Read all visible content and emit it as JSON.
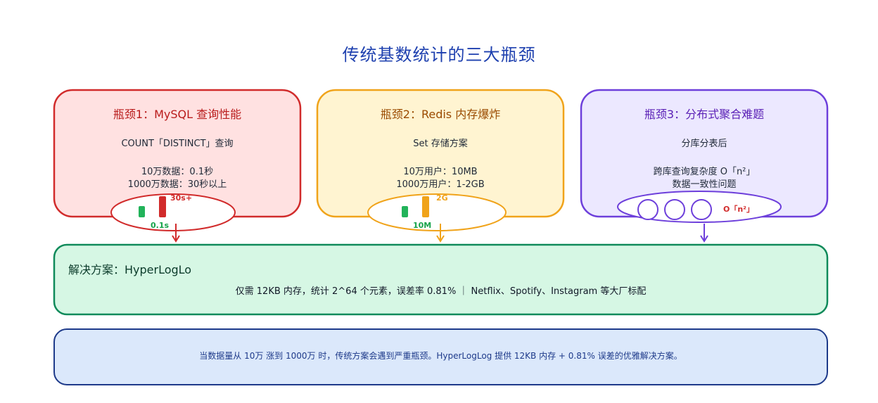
{
  "title": "传统基数统计的三大瓶颈",
  "colors": {
    "red": "#d12b2b",
    "red_fill": "#ffe1e1",
    "orange": "#f0a31a",
    "orange_fill": "#fff4d1",
    "purple": "#6d3fdb",
    "purple_fill": "#ece8ff",
    "green": "#0f8a5a",
    "green_fill": "#d6f7e4",
    "blue": "#1e3a8a",
    "blue_fill": "#dbe8fb"
  },
  "bottlenecks": [
    {
      "title": "瓶颈1：MySQL 查询性能",
      "subtitle": "COUNT「DISTINCT」查询",
      "line1": "10万数据：0.1秒",
      "line2": "1000万数据：30秒以上",
      "bar_low_label": "0.1s",
      "bar_high_label": "30s+"
    },
    {
      "title": "瓶颈2：Redis 内存爆炸",
      "subtitle": "Set 存储方案",
      "line1": "10万用户：10MB",
      "line2": "1000万用户：1-2GB",
      "bar_low_label": "10M",
      "bar_high_label": "2G"
    },
    {
      "title": "瓶颈3：分布式聚合难题",
      "subtitle": "分库分表后",
      "line1": "跨库查询复杂度 O「n²」",
      "line2": "数据一致性问题",
      "complexity_label": "O「n²」"
    }
  ],
  "solution": {
    "title": "解决方案：HyperLogLo",
    "detail": "仅需 12KB 内存，统计 2^64 个元素，误差率 0.81% ｜ Netflix、Spotify、Instagram 等大厂标配"
  },
  "summary": "当数据量从 10万 涨到 1000万 时，传统方案会遇到严重瓶颈。HyperLogLog 提供 12KB 内存 + 0.81% 误差的优雅解决方案。"
}
